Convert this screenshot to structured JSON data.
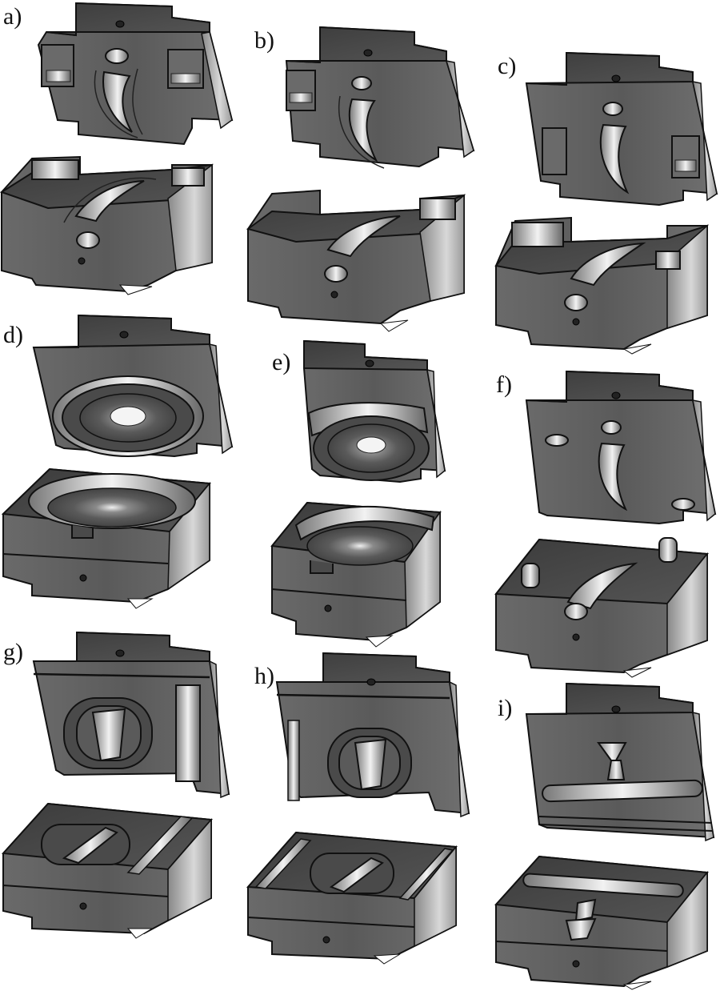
{
  "figure": {
    "panels": [
      {
        "id": "a",
        "label": "a)",
        "cavity": "curved-forging"
      },
      {
        "id": "b",
        "label": "b)",
        "cavity": "curved-forging"
      },
      {
        "id": "c",
        "label": "c)",
        "cavity": "curved-forging"
      },
      {
        "id": "d",
        "label": "d)",
        "cavity": "circular-disc"
      },
      {
        "id": "e",
        "label": "e)",
        "cavity": "circular-disc"
      },
      {
        "id": "f",
        "label": "f)",
        "cavity": "curved-forging"
      },
      {
        "id": "g",
        "label": "g)",
        "cavity": "oval-ring"
      },
      {
        "id": "h",
        "label": "h)",
        "cavity": "oval-ring"
      },
      {
        "id": "i",
        "label": "i)",
        "cavity": "straight-bar"
      }
    ],
    "colors": {
      "top_face": "#4a4a4a",
      "front_face": "#5e5e5e",
      "side_face": "#b4b4b4",
      "edge": "#111111",
      "highlight": "#e8e8e8"
    }
  }
}
